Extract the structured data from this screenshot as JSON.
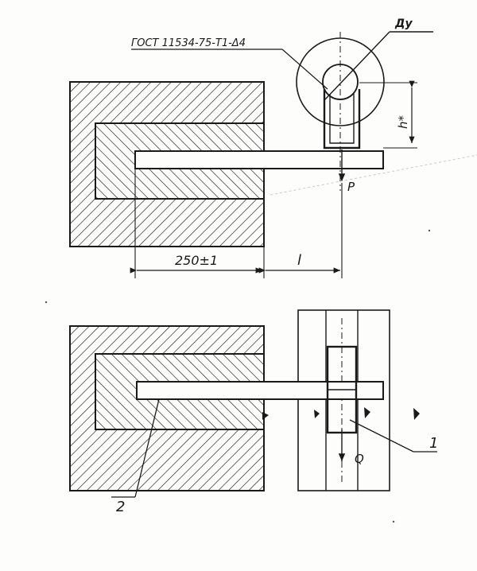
{
  "labels": {
    "gost": "ГОСТ 11534-75-Т1-Δ4",
    "du": "Ду",
    "h": "h*",
    "p": "P",
    "dim_250": "250±1",
    "l": "l",
    "q": "Q",
    "num_1": "1",
    "num_2": "2"
  },
  "colors": {
    "ink": "#1a1a1a",
    "paper": "#fdfdfb"
  }
}
